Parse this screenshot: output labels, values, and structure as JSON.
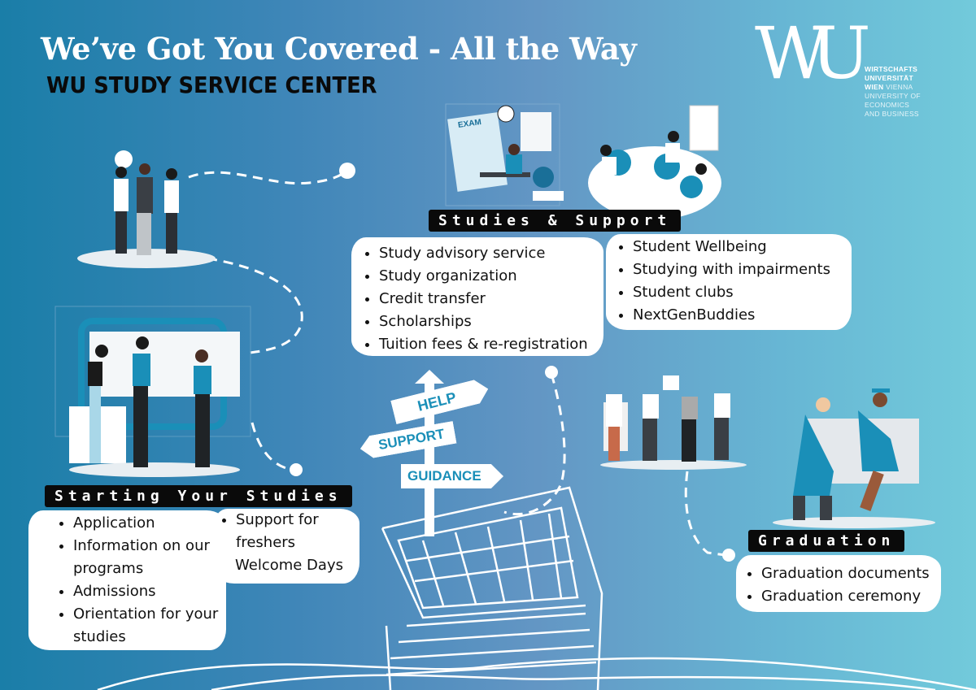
{
  "header": {
    "title": "We’ve Got You Covered - All the Way",
    "subtitle": "WU STUDY SERVICE CENTER"
  },
  "logo": {
    "mark": "WU",
    "line1": "WIRTSCHAFTS",
    "line2": "UNIVERSITÄT",
    "line3_bold": "WIEN",
    "line3_rest": " VIENNA",
    "line4": "UNIVERSITY OF",
    "line5": "ECONOMICS",
    "line6": "AND BUSINESS"
  },
  "studies_support": {
    "label": "Studies & Support",
    "left_items": [
      "Study advisory service",
      "Study organization",
      "Credit transfer",
      "Scholarships",
      "Tuition fees & re-registration"
    ],
    "right_items": [
      "Student Wellbeing",
      "Studying with impairments",
      "Student clubs",
      "NextGenBuddies"
    ]
  },
  "starting": {
    "label": "Starting Your Studies",
    "left_items": [
      "Application",
      "Information on our programs",
      "Admissions",
      "Orientation for your studies"
    ],
    "right_items": [
      "Support for freshers",
      "Welcome Days"
    ]
  },
  "graduation": {
    "label": "Graduation",
    "items": [
      "Graduation documents",
      "Graduation ceremony"
    ]
  },
  "signpost": {
    "signs": [
      "HELP",
      "SUPPORT",
      "GUIDANCE"
    ],
    "exam_label": "EXAM"
  },
  "colors": {
    "accent": "#1a8fb8",
    "label_bg": "#0a0a0a"
  }
}
